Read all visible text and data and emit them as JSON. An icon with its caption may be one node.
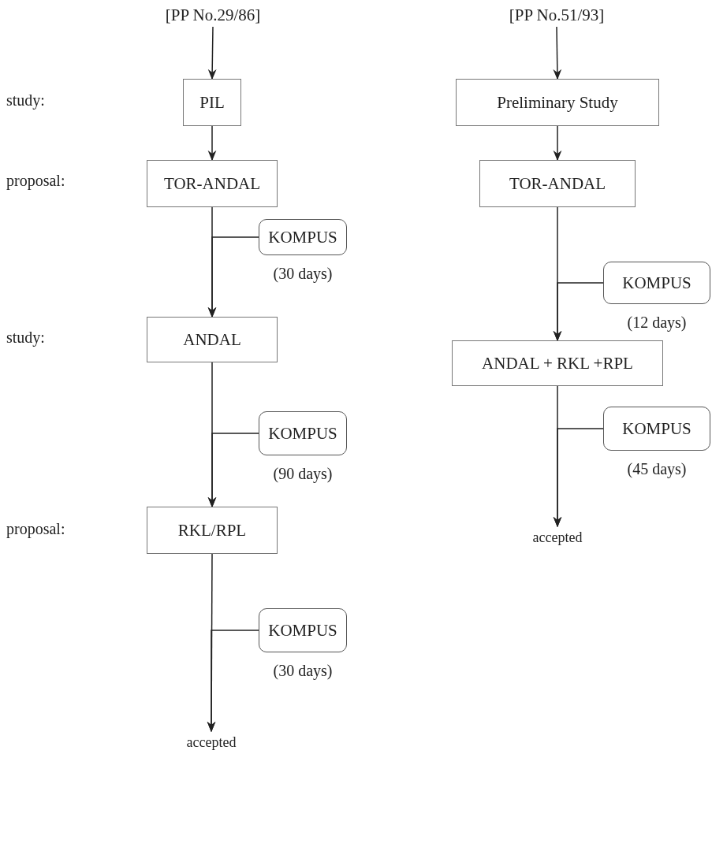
{
  "diagram": {
    "nodes": [
      {
        "text": [
          "[PP No.29/86]"
        ]
      },
      {
        "text": [
          "PIL"
        ]
      },
      {
        "text": [
          "TOR-ANDAL"
        ]
      },
      {
        "text": [
          "KOMPUS"
        ],
        "beside": [
          "(30 days)"
        ]
      },
      {
        "text": [
          "ANDAL"
        ]
      },
      {
        "text": [
          "KOMPUS"
        ],
        "beside": [
          "(90 days)"
        ]
      },
      {
        "text": [
          "RKL/RPL"
        ]
      },
      {
        "text": [
          "KOMPUS"
        ],
        "beside": [
          "(30 days)"
        ]
      },
      {
        "text": [
          "accepted"
        ]
      },
      {
        "text": [
          "[PP No.51/93]"
        ]
      },
      {
        "text": [
          "Preliminary Study"
        ]
      },
      {
        "text": [
          "TOR-ANDAL"
        ]
      },
      {
        "text": [
          "KOMPUS"
        ],
        "beside": [
          "(12 days)"
        ]
      },
      {
        "text": [
          "ANDAL + RKL +RPL"
        ]
      },
      {
        "text": [
          "KOMPUS"
        ],
        "beside": [
          "(45 days)"
        ]
      },
      {
        "text": [
          "accepted"
        ]
      }
    ],
    "edges": [
      {
        "from": 0,
        "to": 1,
        "arrow": "to"
      },
      {
        "from": 1,
        "to": 2,
        "arrow": "to"
      },
      {
        "from": 2,
        "to": 4,
        "arrow": "to"
      },
      {
        "from": 3,
        "to": 4,
        "arrow": "to"
      },
      {
        "from": 4,
        "to": 6,
        "arrow": "to"
      },
      {
        "from": 5,
        "to": 6,
        "arrow": "to"
      },
      {
        "from": 6,
        "to": 8,
        "arrow": "to"
      },
      {
        "from": 7,
        "to": 8,
        "arrow": "to"
      },
      {
        "from": 9,
        "to": 10,
        "arrow": "to"
      },
      {
        "from": 10,
        "to": 11,
        "arrow": "to"
      },
      {
        "from": 11,
        "to": 13,
        "arrow": "to"
      },
      {
        "from": 12,
        "to": 13,
        "arrow": "to"
      },
      {
        "from": 13,
        "to": 15,
        "arrow": "to"
      },
      {
        "from": 14,
        "to": 15,
        "arrow": "to"
      }
    ],
    "labels": [
      "study:",
      "proposal:",
      "study:",
      "proposal:"
    ]
  }
}
